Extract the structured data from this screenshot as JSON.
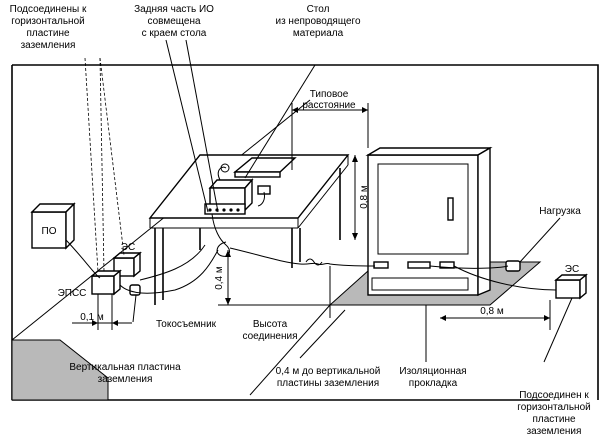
{
  "labels": {
    "top_left_line1": "Подсоединены к",
    "top_left_line2": "горизонтальной",
    "top_left_line3": "пластине",
    "top_left_line4": "заземления",
    "rear_line1": "Задняя часть ИО",
    "rear_line2": "совмещена",
    "rear_line3": "с краем стола",
    "table_line1": "Стол",
    "table_line2": "из непроводящего",
    "table_line3": "материала",
    "typical_line1": "Типовое",
    "typical_line2": "расстояние",
    "po": "ПО",
    "es_left": "ЭС",
    "epss": "ЭПСС",
    "dim_08_vertical": "0,8 м",
    "load": "Нагрузка",
    "es_right": "ЭС",
    "dim_04": "0,4 м",
    "dim_01": "0,1 м",
    "current_probe": "Токосъемник",
    "height_line1": "Высота",
    "height_line2": "соединения",
    "dim_08_horizontal": "0,8 м",
    "vertical_plate_line1": "Вертикальная пластина",
    "vertical_plate_line2": "заземления",
    "dist_line1": "0,4 м до вертикальной",
    "dist_line2": "пластины заземления",
    "insulating_line1": "Изоляционная",
    "insulating_line2": "прокладка",
    "bottom_right_line1": "Подсоединен к",
    "bottom_right_line2": "горизонтальной",
    "bottom_right_line3": "пластине",
    "bottom_right_line4": "заземления"
  },
  "colors": {
    "line": "#000000",
    "ground_plate": "#b9b9b9",
    "background": "#ffffff"
  }
}
